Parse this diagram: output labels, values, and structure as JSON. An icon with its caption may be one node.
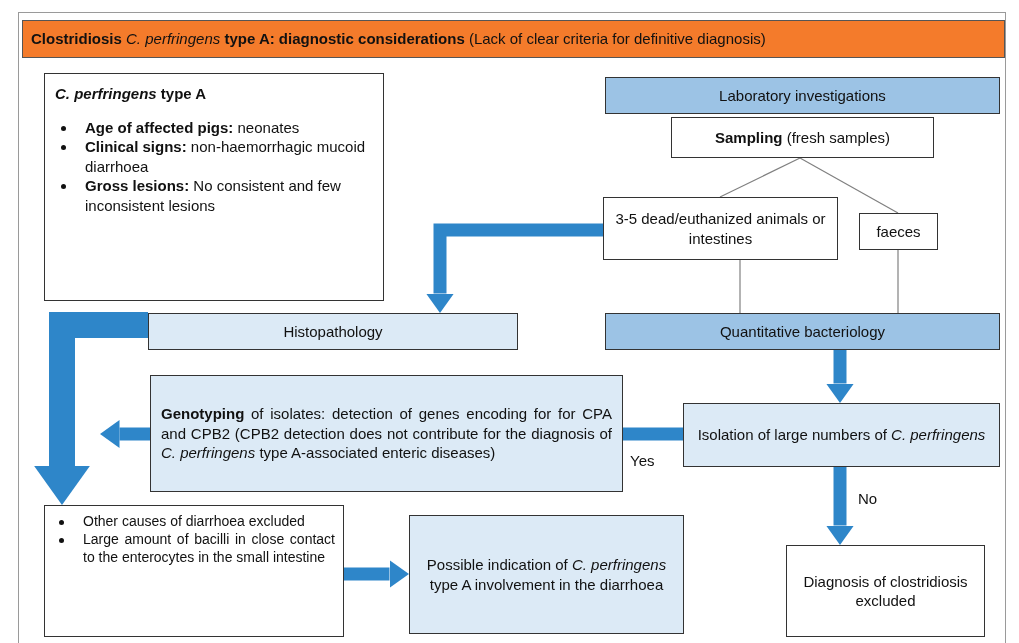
{
  "diagram": {
    "title": "**Clostridiosis** *C. perfringens* **type A: diagnostic considerations** (Lack of clear criteria for definitive diagnosis)",
    "nodes": [
      {
        "text": [
          "*C. perfringens* type A",
          "**Age of affected pigs:** neonates",
          "**Clinical signs:** non-haemorrhagic mucoid diarrhoea",
          "**Gross lesions:** No consistent and few inconsistent lesions"
        ]
      },
      {
        "text": [
          "Laboratory investigations"
        ]
      },
      {
        "text": [
          "**Sampling** (fresh samples)"
        ]
      },
      {
        "text": [
          "3-5 dead/euthanized animals or intestines"
        ]
      },
      {
        "text": [
          "faeces"
        ]
      },
      {
        "text": [
          "Histopathology"
        ]
      },
      {
        "text": [
          "Quantitative bacteriology"
        ]
      },
      {
        "text": [
          "**Genotyping** of isolates: detection of genes encoding for for CPA and CPB2 (CPB2 detection does not contribute for the diagnosis of *C. perfringens* type A-associated enteric diseases)"
        ]
      },
      {
        "text": [
          "Isolation of large numbers of *C. perfringens*"
        ]
      },
      {
        "text": [
          "Other causes of diarrhoea excluded",
          "Large amount of bacilli in close contact to the enterocytes in the small intestine"
        ]
      },
      {
        "text": [
          "Possible indication of *C. perfringens* type A involvement in the diarrhoea"
        ]
      },
      {
        "text": [
          "Diagnosis of clostridiosis excluded"
        ]
      }
    ],
    "edges": [
      {
        "from": 2,
        "to": 3,
        "arrow": "none",
        "color": "#808080"
      },
      {
        "from": 2,
        "to": 4,
        "arrow": "none",
        "color": "#808080"
      },
      {
        "from": 3,
        "to": 6,
        "arrow": "none",
        "color": "#808080"
      },
      {
        "from": 4,
        "to": 6,
        "arrow": "none",
        "color": "#808080"
      },
      {
        "from": 3,
        "to": 5,
        "arrow": "to"
      },
      {
        "from": 5,
        "to": 9,
        "arrow": "to",
        "style": "thick"
      },
      {
        "from": 6,
        "to": 8,
        "arrow": "to"
      },
      {
        "from": 8,
        "to": 7,
        "arrow": "to",
        "label": "Yes"
      },
      {
        "from": 8,
        "to": 11,
        "arrow": "to",
        "label": "No"
      },
      {
        "from": 9,
        "to": 10,
        "arrow": "to"
      }
    ]
  }
}
